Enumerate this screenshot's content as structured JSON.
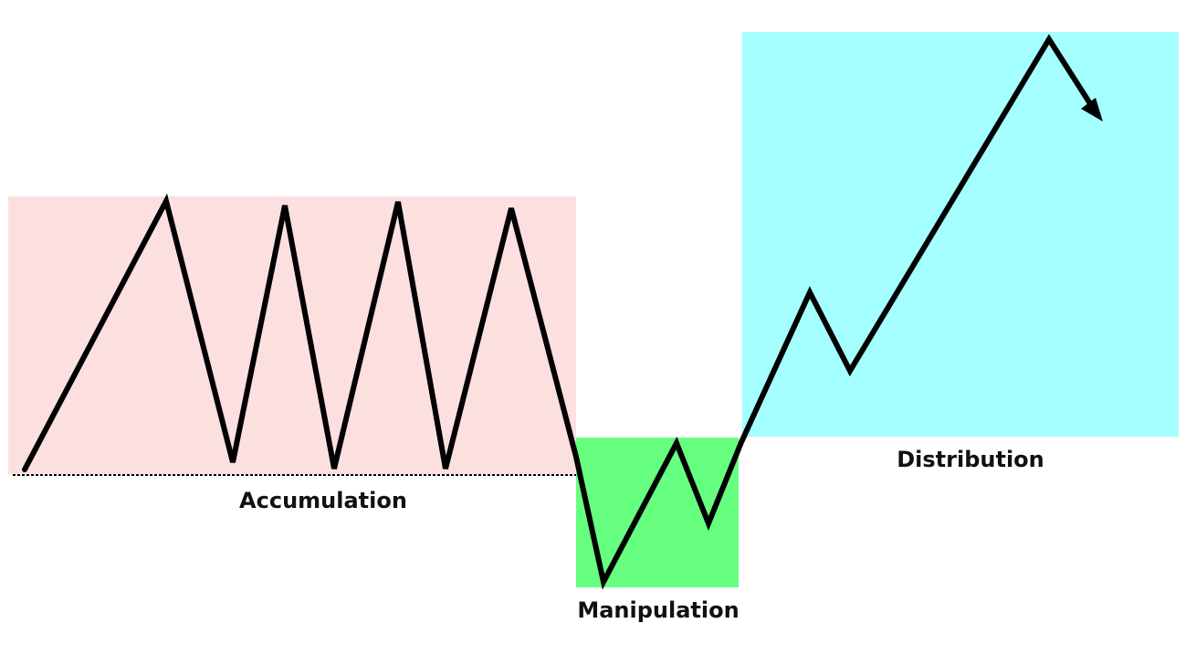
{
  "phases": [
    {
      "label": "Accumulation",
      "color": "#fce0e0"
    },
    {
      "label": "Manipulation",
      "color": "#66ff80"
    },
    {
      "label": "Distribution",
      "color": "#a6ffff"
    }
  ],
  "line_color": "#000000",
  "support_line_style": "dotted"
}
